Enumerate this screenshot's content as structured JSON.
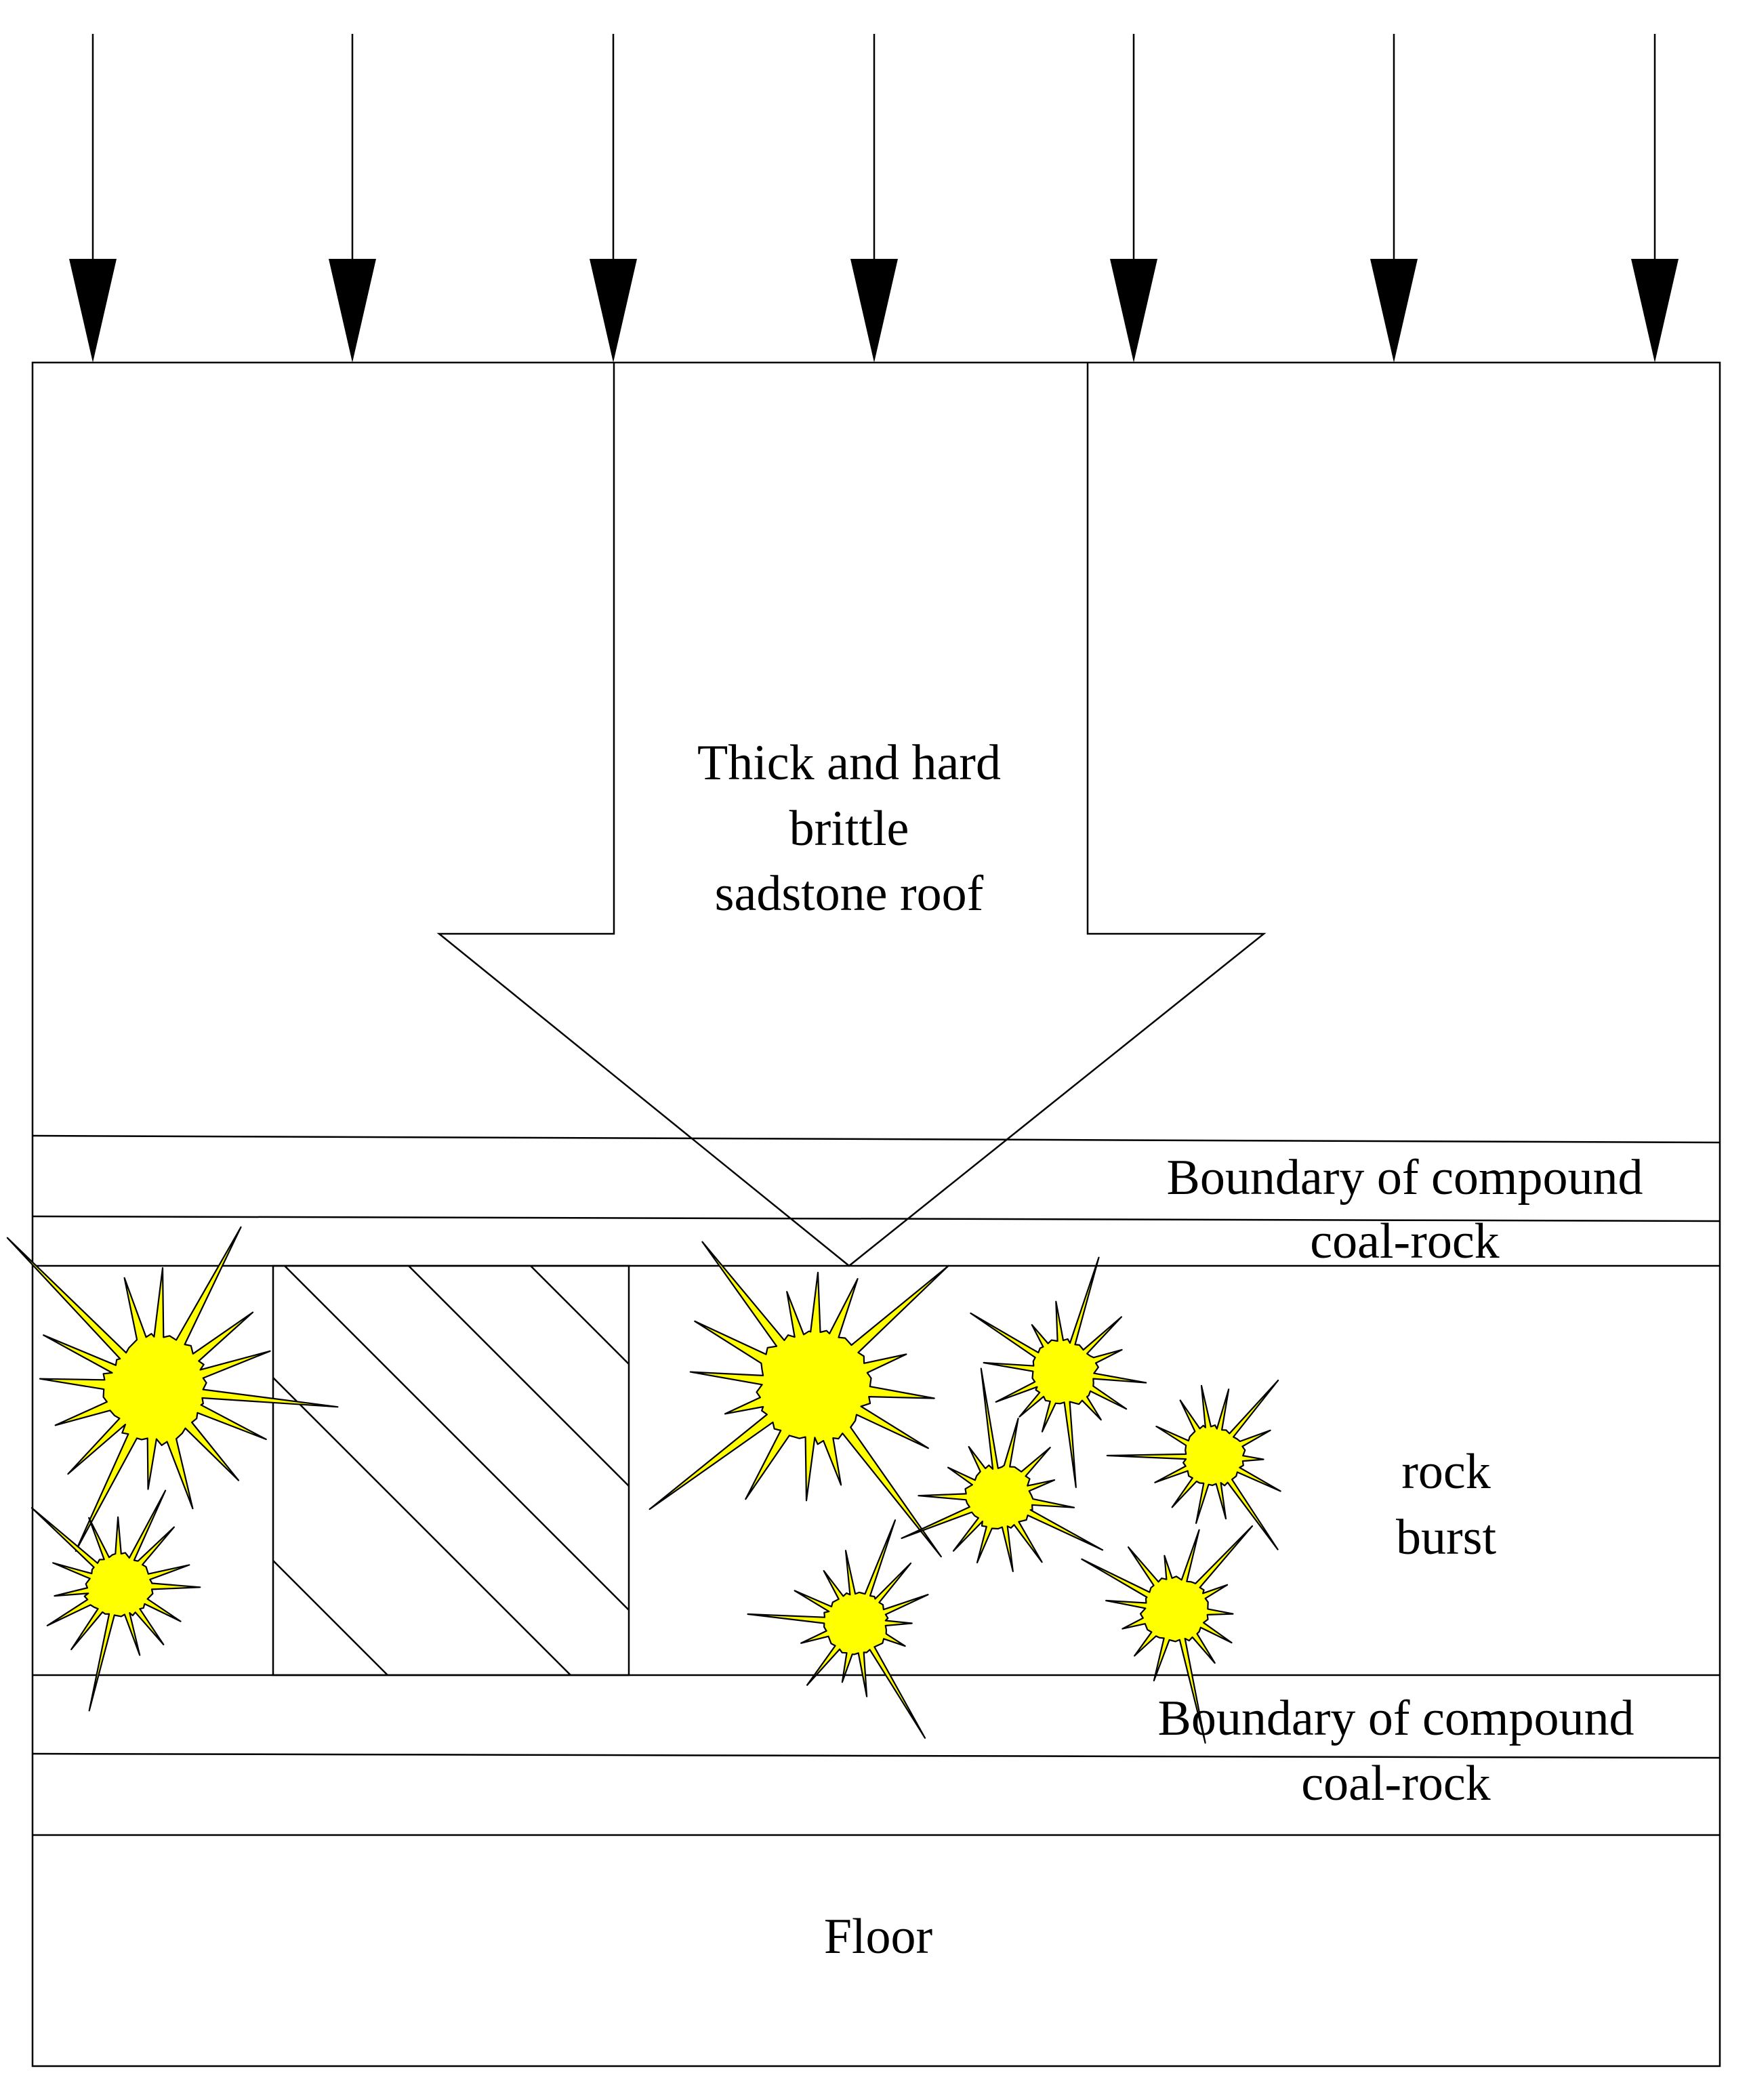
{
  "labels": {
    "roof": [
      "Thick and hard",
      "brittle",
      "sadstone roof"
    ],
    "boundary_upper": [
      "Boundary of compound",
      "coal-rock"
    ],
    "rock_burst": [
      "rock",
      "burst"
    ],
    "boundary_lower": [
      "Boundary of compound",
      "coal-rock"
    ],
    "floor": "Floor"
  },
  "colors": {
    "burst_fill": "#FFFF00",
    "stroke": "#000000",
    "background": "#FFFFFF"
  },
  "icons": {
    "load_arrow": "down-arrow-icon",
    "burst": "starburst-icon"
  }
}
